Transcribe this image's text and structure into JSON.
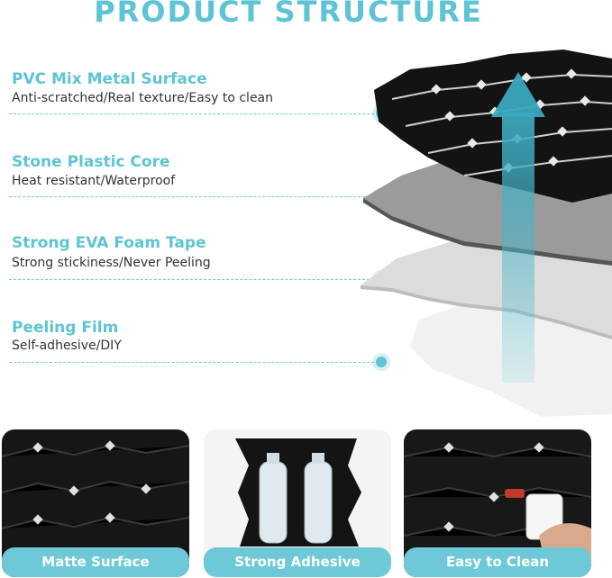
{
  "title": "PRODUCT STRUCTURE",
  "layers": [
    {
      "name": "PVC Mix Metal Surface",
      "desc": "Anti-scratched/Real texture/Easy to clean"
    },
    {
      "name": "Stone Plastic Core",
      "desc": "Heat resistant/Waterproof"
    },
    {
      "name": "Strong EVA Foam Tape",
      "desc": "Strong stickiness/Never Peeling"
    },
    {
      "name": "Peeling Film",
      "desc": "Self-adhesive/DIY"
    }
  ],
  "panels": [
    {
      "label": "Matte Surface"
    },
    {
      "label": "Strong Adhesive"
    },
    {
      "label": "Easy to Clean"
    }
  ],
  "colors": {
    "accent": "#5ec4d5",
    "tile_dark": "#141414",
    "core_gray": "#9a9a9a",
    "foam_light": "#d8d8d8",
    "film": "#f0f0f0"
  }
}
